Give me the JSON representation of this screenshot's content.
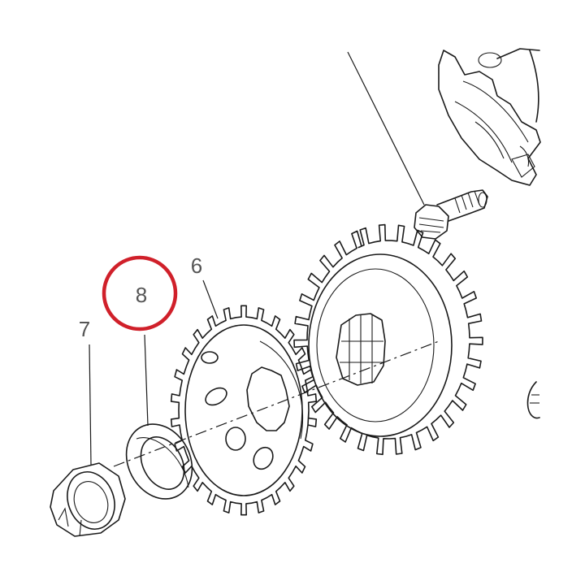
{
  "callouts": {
    "item_6": "6",
    "item_7": "7",
    "item_8": "8"
  },
  "highlight": {
    "target": "8",
    "color": "#d0202a"
  },
  "colors": {
    "line": "#1a1a1a",
    "label": "#555555"
  }
}
